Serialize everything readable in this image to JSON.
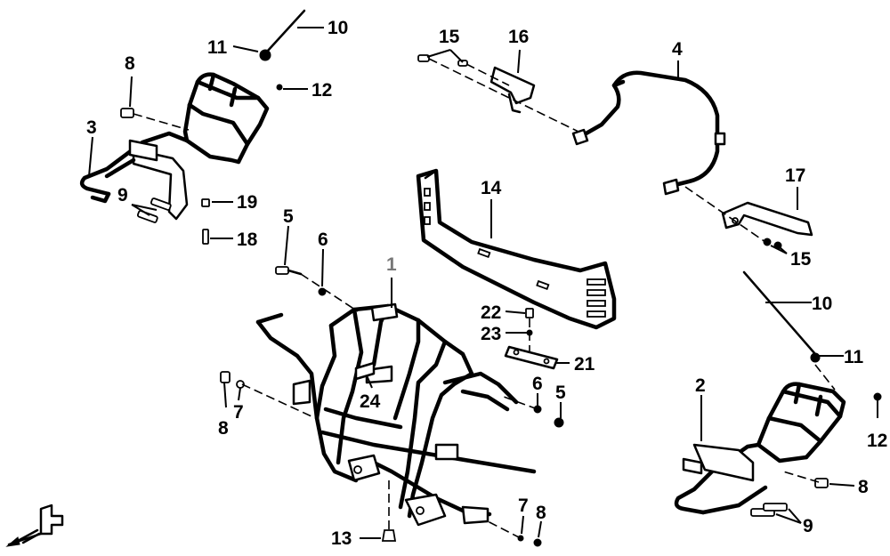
{
  "callouts": {
    "c1": "1",
    "c2": "2",
    "c3": "3",
    "c4": "4",
    "c5a": "5",
    "c5b": "5",
    "c6a": "6",
    "c6b": "6",
    "c7a": "7",
    "c7b": "7",
    "c8a": "8",
    "c8b": "8",
    "c8c": "8",
    "c8d": "8",
    "c9a": "9",
    "c9b": "9",
    "c10a": "10",
    "c10b": "10",
    "c11a": "11",
    "c11b": "11",
    "c12a": "12",
    "c12b": "12",
    "c13": "13",
    "c14": "14",
    "c15a": "15",
    "c15b": "15",
    "c16": "16",
    "c17": "17",
    "c18": "18",
    "c19": "19",
    "c21": "21",
    "c22": "22",
    "c23": "23",
    "c24": "24"
  },
  "colors": {
    "line": "#000000",
    "highlight_callout": "#777777",
    "background": "#ffffff"
  },
  "icons": {
    "direction_marker": "front-arrow-icon"
  }
}
